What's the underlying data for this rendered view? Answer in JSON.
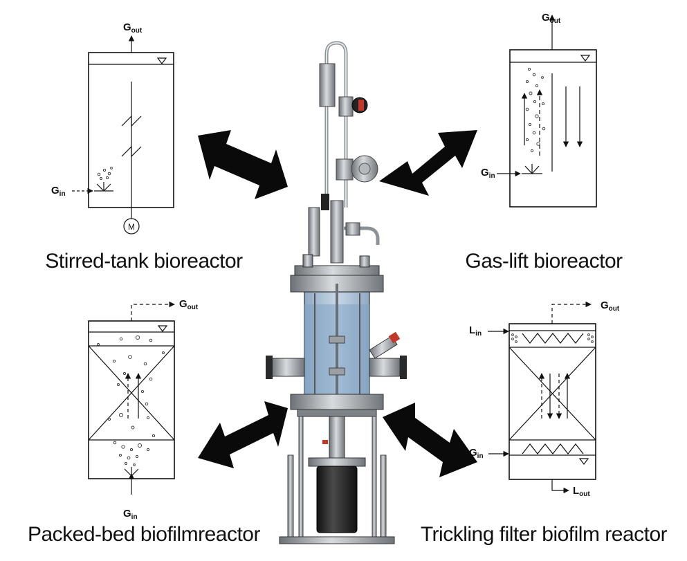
{
  "captions": {
    "stirred_tank": "Stirred-tank bioreactor",
    "gas_lift": "Gas-lift bioreactor",
    "packed_bed": "Packed-bed biofilmreactor",
    "trickling_filter": "Trickling filter biofilm reactor"
  },
  "stream_labels": {
    "gas_main": "G",
    "liquid_main": "L",
    "out_sub": "out",
    "in_sub": "in"
  },
  "motor_label": "M",
  "colors": {
    "arrow": "#0a0a0a",
    "line": "#111111",
    "glass": "#b8cde0",
    "liquid": "#8fb0cc",
    "steel": "#9aa0a6",
    "steel_dark": "#55595e",
    "motor": "#2a2a2a",
    "valve_red": "#c0392b"
  },
  "icons": {
    "flow_arrow": "arrowhead",
    "liquid_level": "inverted-triangle",
    "gas_sparger": "fan-lines",
    "exchange_arrow": "double-headed-block-arrow"
  }
}
